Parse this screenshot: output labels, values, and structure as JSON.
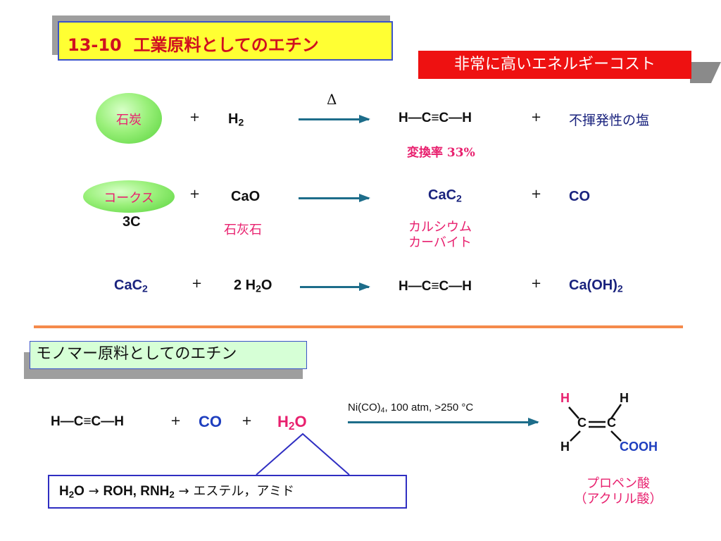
{
  "title": "13-10  工業原料としてのエチン",
  "cost_label": "非常に高いエネルギーコスト",
  "reaction1": {
    "coal": "石炭",
    "plus1": "+",
    "h2_main": "H",
    "h2_sub": "2",
    "delta": "Δ",
    "product": "H—C≡C—H",
    "plus2": "+",
    "byproduct": "不揮発性の塩",
    "conversion": "変換率 33%"
  },
  "reaction2": {
    "coke": "コークス",
    "plus1": "+",
    "reagent": "CaO",
    "coke_formula": "3C",
    "limestone": "石灰石",
    "product_main": "CaC",
    "product_sub": "2",
    "plus2": "+",
    "byproduct": "CO",
    "product_name_1": "カルシウム",
    "product_name_2": "カーバイト"
  },
  "reaction3": {
    "reactant_main": "CaC",
    "reactant_sub": "2",
    "plus1": "+",
    "water_main": "2 H",
    "water_sub": "2",
    "water_end": "O",
    "product": "H—C≡C—H",
    "plus2": "+",
    "byproduct_main": "Ca(OH)",
    "byproduct_sub": "2"
  },
  "monomer_heading": "モノマー原料としてのエチン",
  "reaction4": {
    "ethyne": "H—C≡C—H",
    "plus1": "+",
    "co": "CO",
    "plus2": "+",
    "water_main": "H",
    "water_sub": "2",
    "water_end": "O",
    "conditions_a": "Ni(CO)",
    "conditions_sub": "4",
    "conditions_b": ", 100 atm, >250 °C",
    "h_top_left": "H",
    "h_top_right": "H",
    "h_bottom": "H",
    "c_left": "C",
    "c_right": "C",
    "cooh": "COOH",
    "product_name_1": "プロペン酸",
    "product_name_2": "（アクリル酸）"
  },
  "note": {
    "h2o_main": "H",
    "h2o_sub": "2",
    "h2o_end": "O",
    "arrow1": " → ",
    "reagents": "ROH, RNH",
    "reagents_sub": "2",
    "arrow2": " → ",
    "products": "エステル，アミド"
  },
  "colors": {
    "title_bg": "#ffff33",
    "title_text": "#d01020",
    "cost_bg": "#ee1111",
    "divider": "#f58a4b",
    "arrow": "#1d6d8a",
    "navy": "#1a237e",
    "pink": "#e8206e"
  }
}
